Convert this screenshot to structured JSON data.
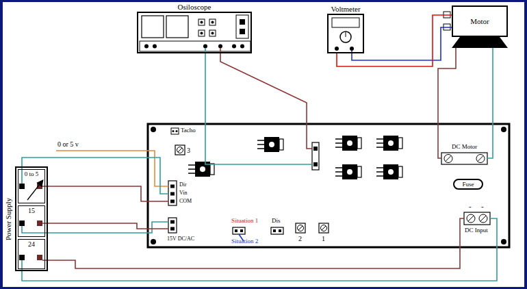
{
  "diagram": {
    "nodes": [
      {
        "text": [
          "Osiloscope"
        ]
      },
      {
        "text": [
          "Voltmeter"
        ]
      },
      {
        "text": [
          "Motor"
        ]
      },
      {
        "text": [
          "Power Supply"
        ]
      },
      {
        "text": [
          "0 to 5"
        ],
        "in": 3
      },
      {
        "text": [
          "15"
        ],
        "in": 3
      },
      {
        "text": [
          "24"
        ],
        "in": 3
      },
      {
        "text": [
          "Fuse"
        ]
      }
    ],
    "edges": [
      {
        "from": 1,
        "to": 2,
        "arrow": "none"
      }
    ],
    "labels": [
      "Tacho",
      "3",
      "0 or 5 v",
      "Dir",
      "Vin",
      "COM",
      "15V DC/AC",
      "Situation 1",
      "Situation 2",
      "Dis",
      "2",
      "1",
      "DC Motor",
      "-",
      "-",
      "DC Input"
    ]
  }
}
